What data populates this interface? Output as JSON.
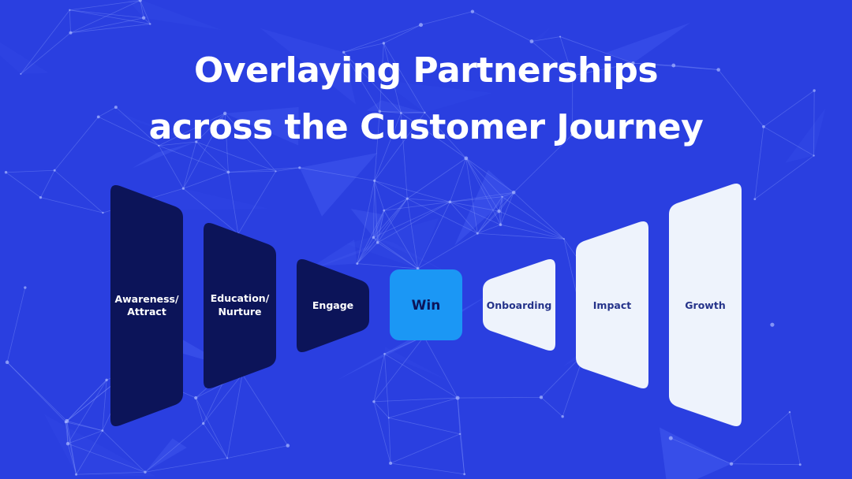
{
  "title": {
    "line1": "Overlaying Partnerships",
    "line2": "across the Customer Journey"
  },
  "colors": {
    "background": "#2a3fe0",
    "dark_stage": "#0c1459",
    "win_stage": "#1b97f5",
    "light_stage": "#eef3fc",
    "dark_text": "#ffffff",
    "win_text": "#0c1459",
    "light_text": "#25338a"
  },
  "stages": {
    "awareness": {
      "line1": "Awareness/",
      "line2": "Attract"
    },
    "education": {
      "line1": "Education/",
      "line2": "Nurture"
    },
    "engage": {
      "label": "Engage"
    },
    "win": {
      "label": "Win"
    },
    "onboarding": {
      "label": "Onboarding"
    },
    "impact": {
      "label": "Impact"
    },
    "growth": {
      "label": "Growth"
    }
  }
}
